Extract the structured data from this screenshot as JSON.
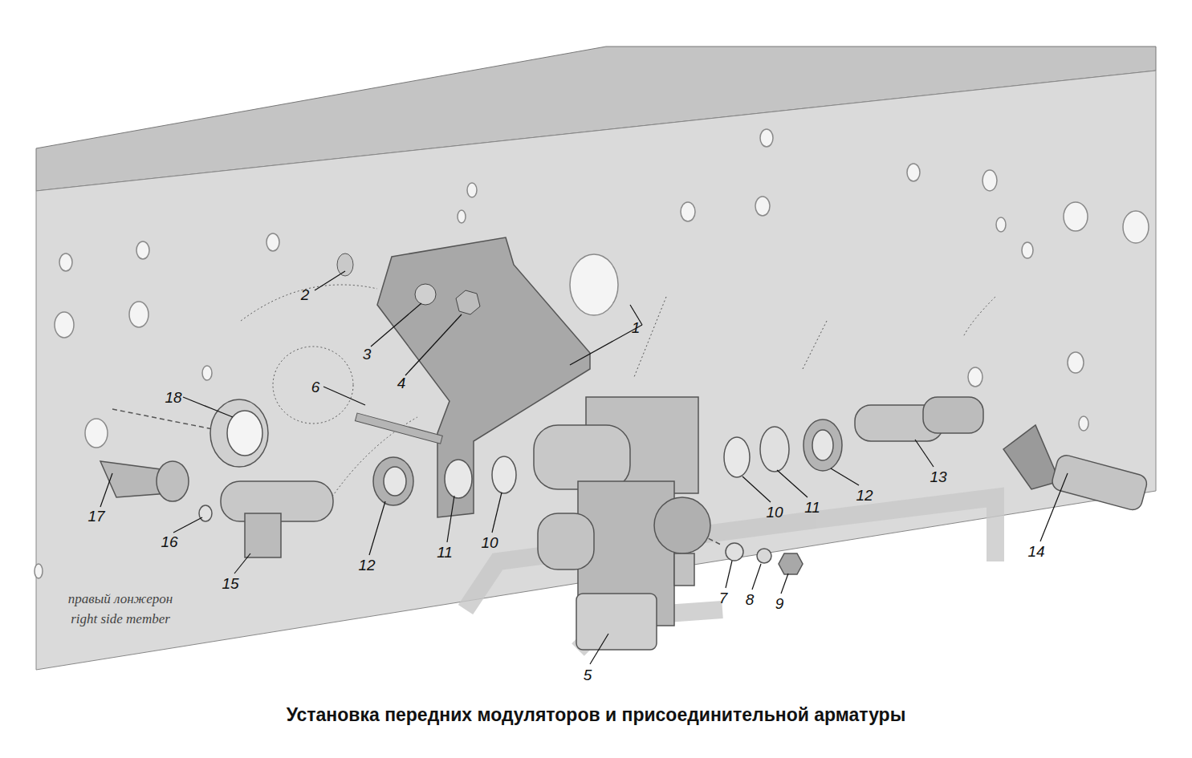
{
  "diagram": {
    "title": "Установка передних модуляторов и присоединительной арматуры",
    "labels": [
      "2",
      "1",
      "3",
      "4",
      "18",
      "6",
      "17",
      "16",
      "15",
      "12",
      "11",
      "10",
      "10",
      "11",
      "12",
      "13",
      "14",
      "7",
      "8",
      "9",
      "5",
      "правый лонжерон",
      "right side member"
    ]
  }
}
